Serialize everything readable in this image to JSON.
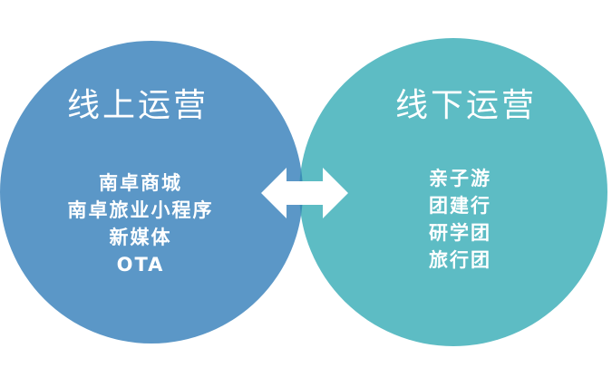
{
  "colors": {
    "left_circle": "#5b97c7",
    "right_circle": "#5dbcc4",
    "overlap": "#3b8db6",
    "arrow": "#ffffff"
  },
  "icons": {
    "center": "double-arrow-icon"
  },
  "online": {
    "title": "线上运营",
    "items": [
      "南卓商城",
      "南卓旅业小程序",
      "新媒体",
      "OTA"
    ]
  },
  "offline": {
    "title": "线下运营",
    "items": [
      "亲子游",
      "团建行",
      "研学团",
      "旅行团"
    ]
  }
}
